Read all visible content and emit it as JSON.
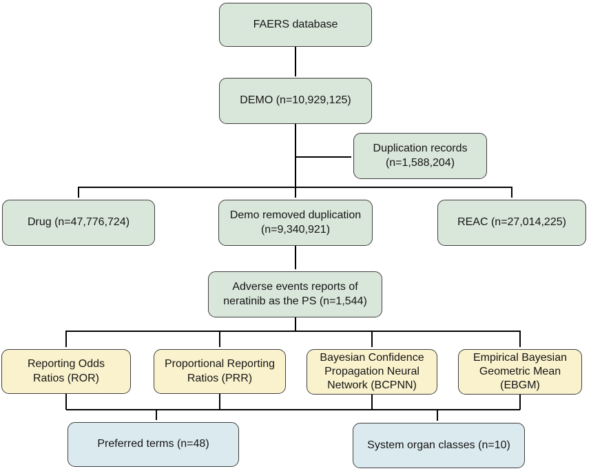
{
  "colors": {
    "background": "#ffffff",
    "node-green": "#d9e6da",
    "node-yellow": "#faf2cd",
    "node-blue": "#dbeaef",
    "node-border": "#3d3d3d",
    "line": "#000000",
    "text": "#141414"
  },
  "nodes": {
    "faers": {
      "label": "FAERS database",
      "type": "green"
    },
    "demo": {
      "label": "DEMO (n=10,929,125)",
      "type": "green"
    },
    "duplication": {
      "label": "Duplication records\n(n=1,588,204)",
      "type": "green"
    },
    "drug": {
      "label": "Drug (n=47,776,724)",
      "type": "green"
    },
    "demo_dedup": {
      "label": "Demo removed duplication\n(n=9,340,921)",
      "type": "green"
    },
    "reac": {
      "label": "REAC (n=27,014,225)",
      "type": "green"
    },
    "adverse": {
      "label": "Adverse events reports of\nneratinib as the PS (n=1,544)",
      "type": "green"
    },
    "ror": {
      "label": "Reporting Odds\nRatios (ROR)",
      "type": "yellow"
    },
    "prr": {
      "label": "Proportional Reporting\nRatios (PRR)",
      "type": "yellow"
    },
    "bcpnn": {
      "label": "Bayesian Confidence\nPropagation Neural\nNetwork (BCPNN)",
      "type": "yellow"
    },
    "ebgm": {
      "label": "Empirical Bayesian\nGeometric Mean\n(EBGM)",
      "type": "yellow"
    },
    "preferred_terms": {
      "label": "Preferred terms (n=48)",
      "type": "blue"
    },
    "soc": {
      "label": "System organ classes (n=10)",
      "type": "blue"
    }
  },
  "edges": [
    {
      "from": "faers",
      "to": "demo"
    },
    {
      "from": "demo",
      "to": "duplication"
    },
    {
      "from": "demo",
      "to": "drug"
    },
    {
      "from": "demo",
      "to": "demo_dedup"
    },
    {
      "from": "demo",
      "to": "reac"
    },
    {
      "from": "demo_dedup",
      "to": "adverse"
    },
    {
      "from": "adverse",
      "to": "ror"
    },
    {
      "from": "adverse",
      "to": "prr"
    },
    {
      "from": "adverse",
      "to": "bcpnn"
    },
    {
      "from": "adverse",
      "to": "ebgm"
    },
    {
      "from": "ror",
      "to": "preferred_terms"
    },
    {
      "from": "prr",
      "to": "preferred_terms"
    },
    {
      "from": "bcpnn",
      "to": "soc"
    },
    {
      "from": "ebgm",
      "to": "soc"
    }
  ]
}
